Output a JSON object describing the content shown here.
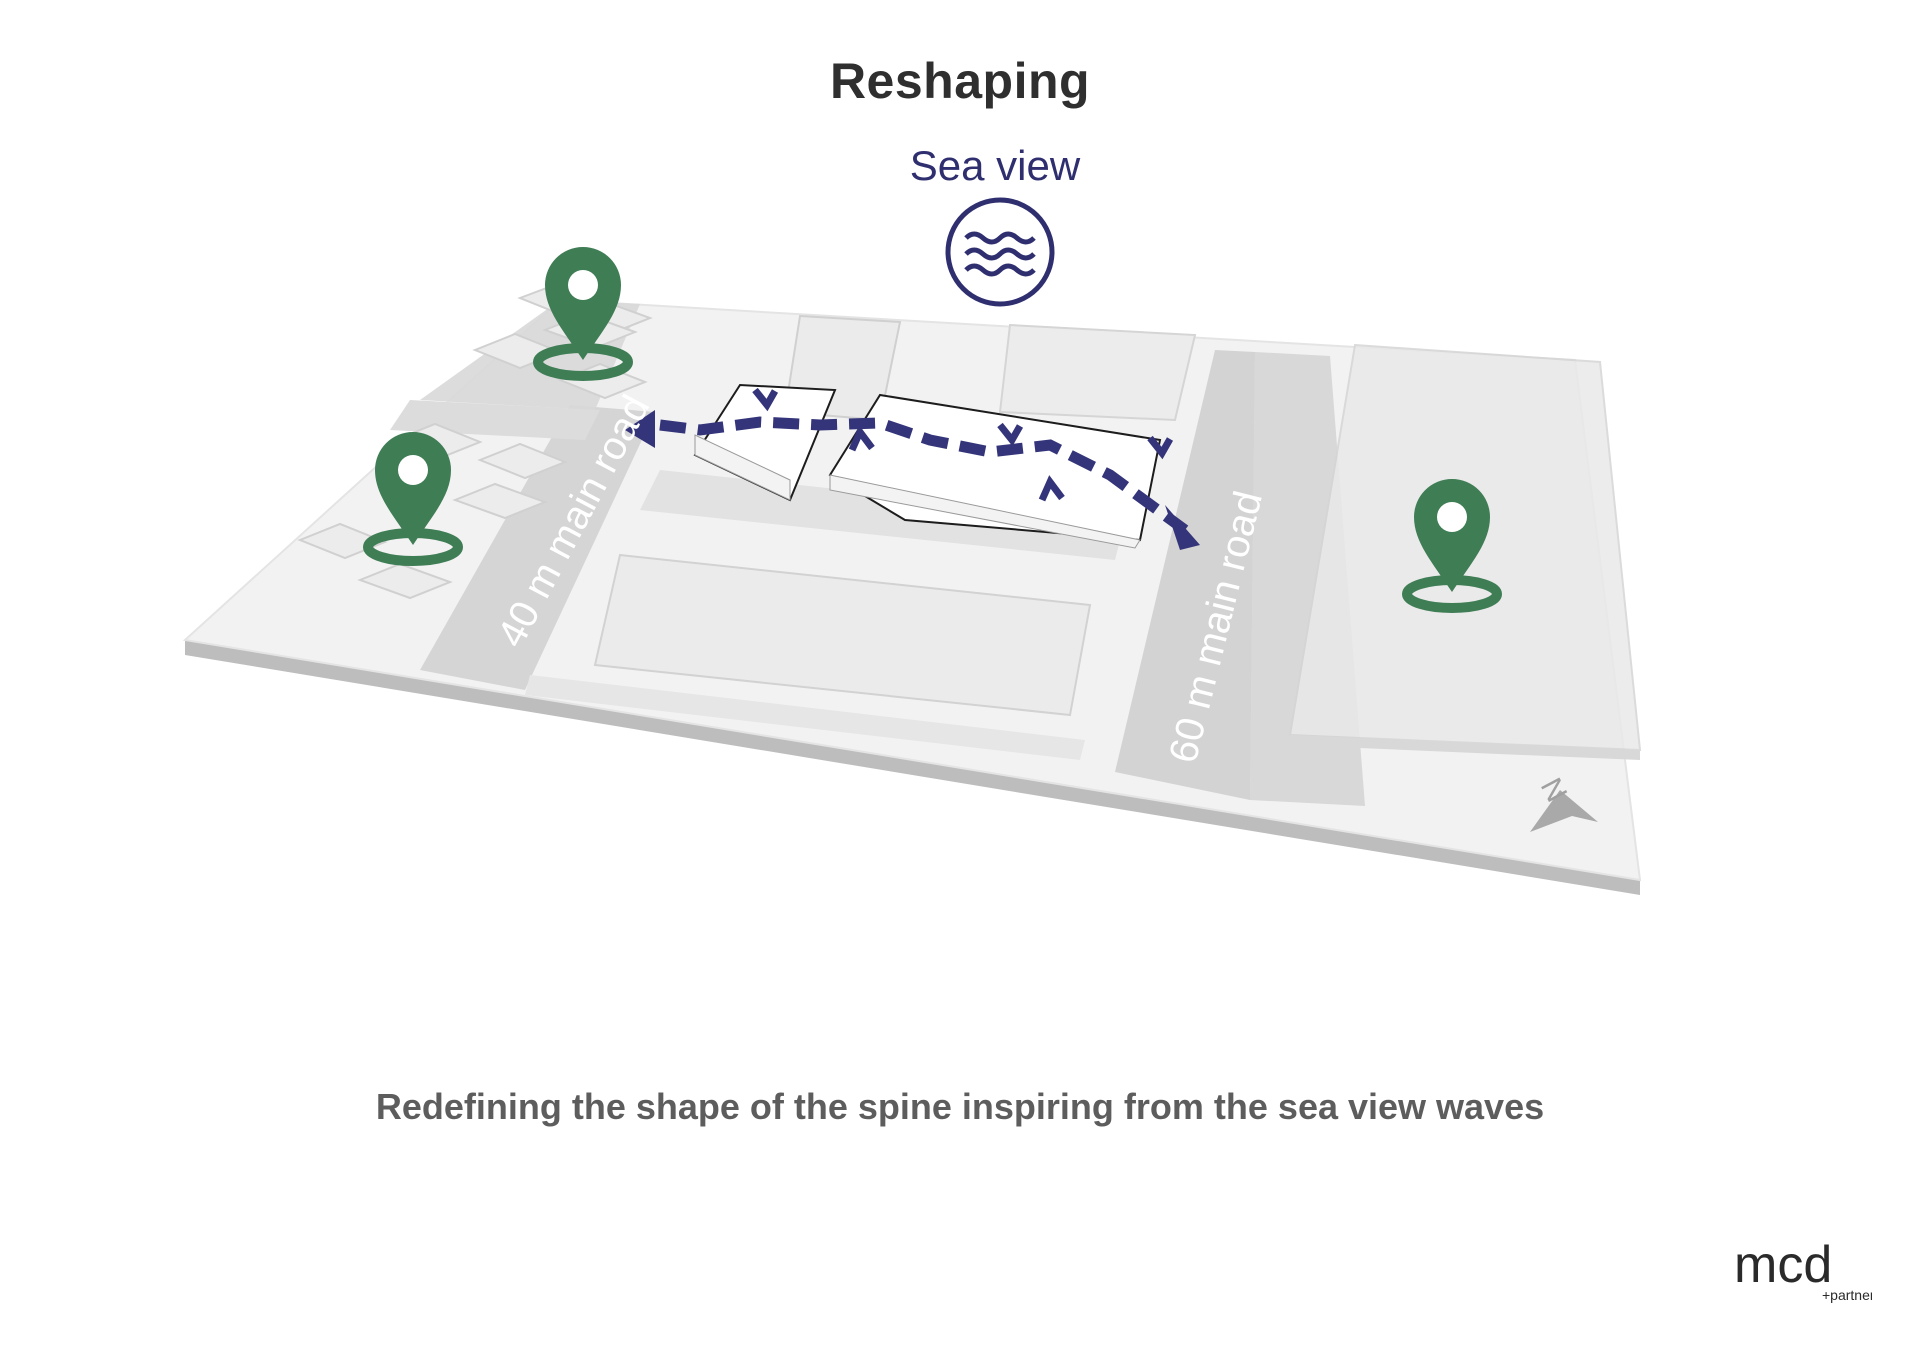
{
  "title": "Reshaping",
  "sea_label": "Sea view",
  "caption": "Redefining the shape of the spine inspiring from the sea view waves",
  "roads": {
    "left": "40 m main road",
    "right": "60 m main road"
  },
  "compass": {
    "label": "N"
  },
  "logo": {
    "brand": "mcd",
    "sub": "+partners"
  },
  "colors": {
    "pin": "#3f7d55",
    "arrow": "#34347a",
    "sea": "#2f2f70",
    "ground": "#f2f2f2",
    "road": "#d3d3d3",
    "slab_edge": "#bdbdbd"
  },
  "icons": [
    "location-pin-icon",
    "sea-waves-icon",
    "north-arrow-icon"
  ]
}
